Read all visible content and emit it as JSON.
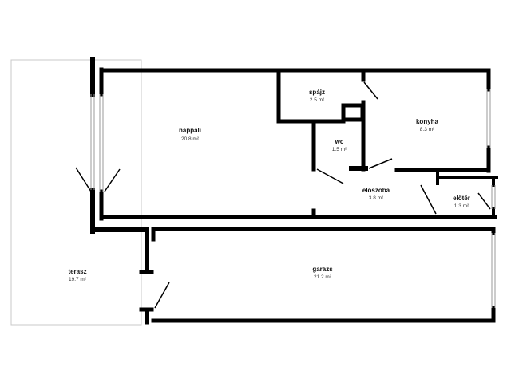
{
  "rooms": {
    "nappali": {
      "name": "nappali",
      "area": "20.8 m²"
    },
    "spajz": {
      "name": "spájz",
      "area": "2.5 m²"
    },
    "konyha": {
      "name": "konyha",
      "area": "8.3 m²"
    },
    "wc": {
      "name": "wc",
      "area": "1.5 m²"
    },
    "eloszoba": {
      "name": "előszoba",
      "area": "3.8 m²"
    },
    "eloter": {
      "name": "előtér",
      "area": "1.3 m²"
    },
    "terasz": {
      "name": "terasz",
      "area": "19.7 m²"
    },
    "garazs": {
      "name": "garázs",
      "area": "21.2 m²"
    }
  },
  "colors": {
    "wall": "#000000",
    "terrace_fill": "#ffffff",
    "terrace_line": "#c8c8c8",
    "window": "#9a9a9a"
  }
}
